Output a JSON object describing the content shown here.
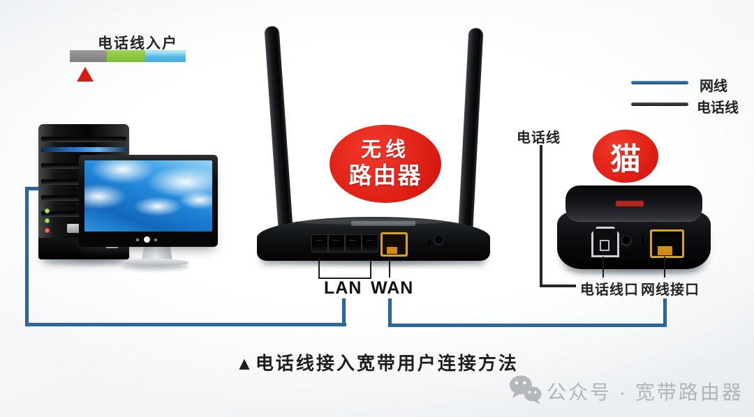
{
  "top_left": {
    "label": "电话线入户",
    "bar_colors": {
      "gray": "#838383",
      "green": "#7cbc34",
      "blue": "#54b9e6"
    },
    "marker_color": "#d31f16"
  },
  "legend": {
    "items": [
      {
        "label": "网线",
        "color": "#2d6aa3"
      },
      {
        "label": "电话线",
        "color": "#232527"
      }
    ]
  },
  "router": {
    "badge": {
      "line1": "无线",
      "line2": "路由器"
    },
    "badge_color": "#db1c12",
    "lan_label": "LAN",
    "wan_label": "WAN"
  },
  "modem": {
    "badge": "猫",
    "phone_line_label": "电话线",
    "phone_port_label": "电话线口",
    "network_port_label": "网线接口"
  },
  "cables": {
    "network_color": "#2d6aa3",
    "phone_color": "#232527"
  },
  "caption": {
    "text": "▲电话线接入宽带用户连接方法"
  },
  "footer": {
    "brand": "公众号 · 宽带路由器"
  }
}
